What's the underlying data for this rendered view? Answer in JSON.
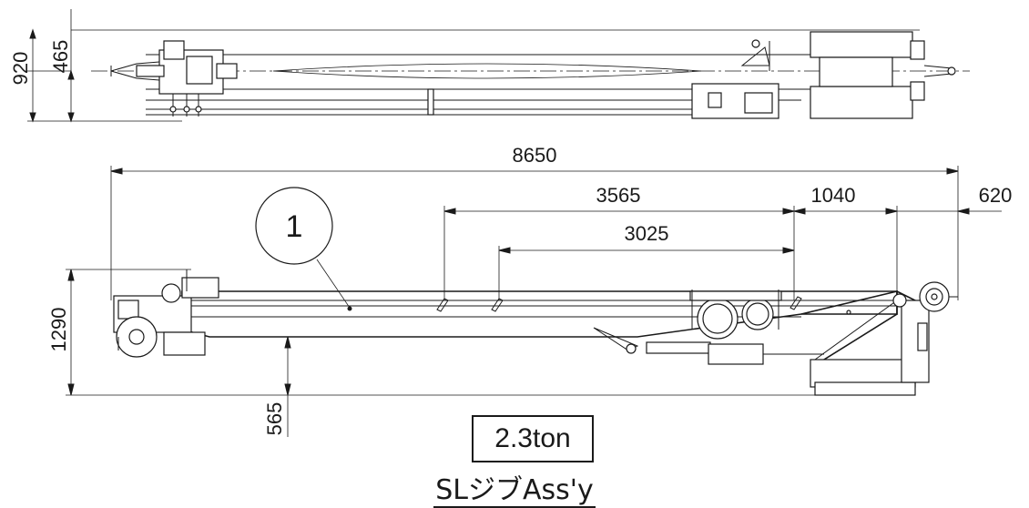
{
  "dimensions": {
    "top_view_half_width": "465",
    "top_view_width": "920",
    "overall_length": "8650",
    "section_a": "3565",
    "section_b": "1040",
    "section_c": "620",
    "section_d": "3025",
    "height": "1290",
    "ground_clearance": "565"
  },
  "balloon_number": "1",
  "weight": "2.3ton",
  "caption": "SLジブAss'y"
}
